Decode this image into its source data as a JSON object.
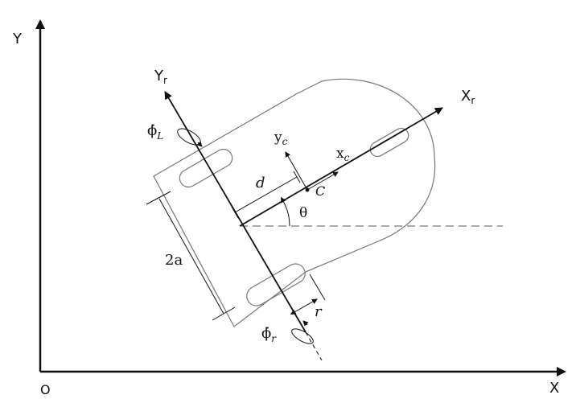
{
  "axes": {
    "x_label": "X",
    "y_label": "Y",
    "origin_label": "O"
  },
  "robot_frame": {
    "xr_label": "X",
    "xr_sub": "r",
    "yr_label": "Y",
    "yr_sub": "r"
  },
  "center_frame": {
    "xc_label": "x",
    "xc_sub": "c",
    "yc_label": "y",
    "yc_sub": "c",
    "center_label": "C"
  },
  "dimensions": {
    "offset_label": "d",
    "half_track_label": "2a",
    "wheel_radius_label": "r",
    "heading_label": "θ"
  },
  "wheels": {
    "left_speed_symbol": "ϕ̇",
    "left_speed_sub": "L",
    "right_speed_symbol": "ϕ̇",
    "right_speed_sub": "r"
  }
}
